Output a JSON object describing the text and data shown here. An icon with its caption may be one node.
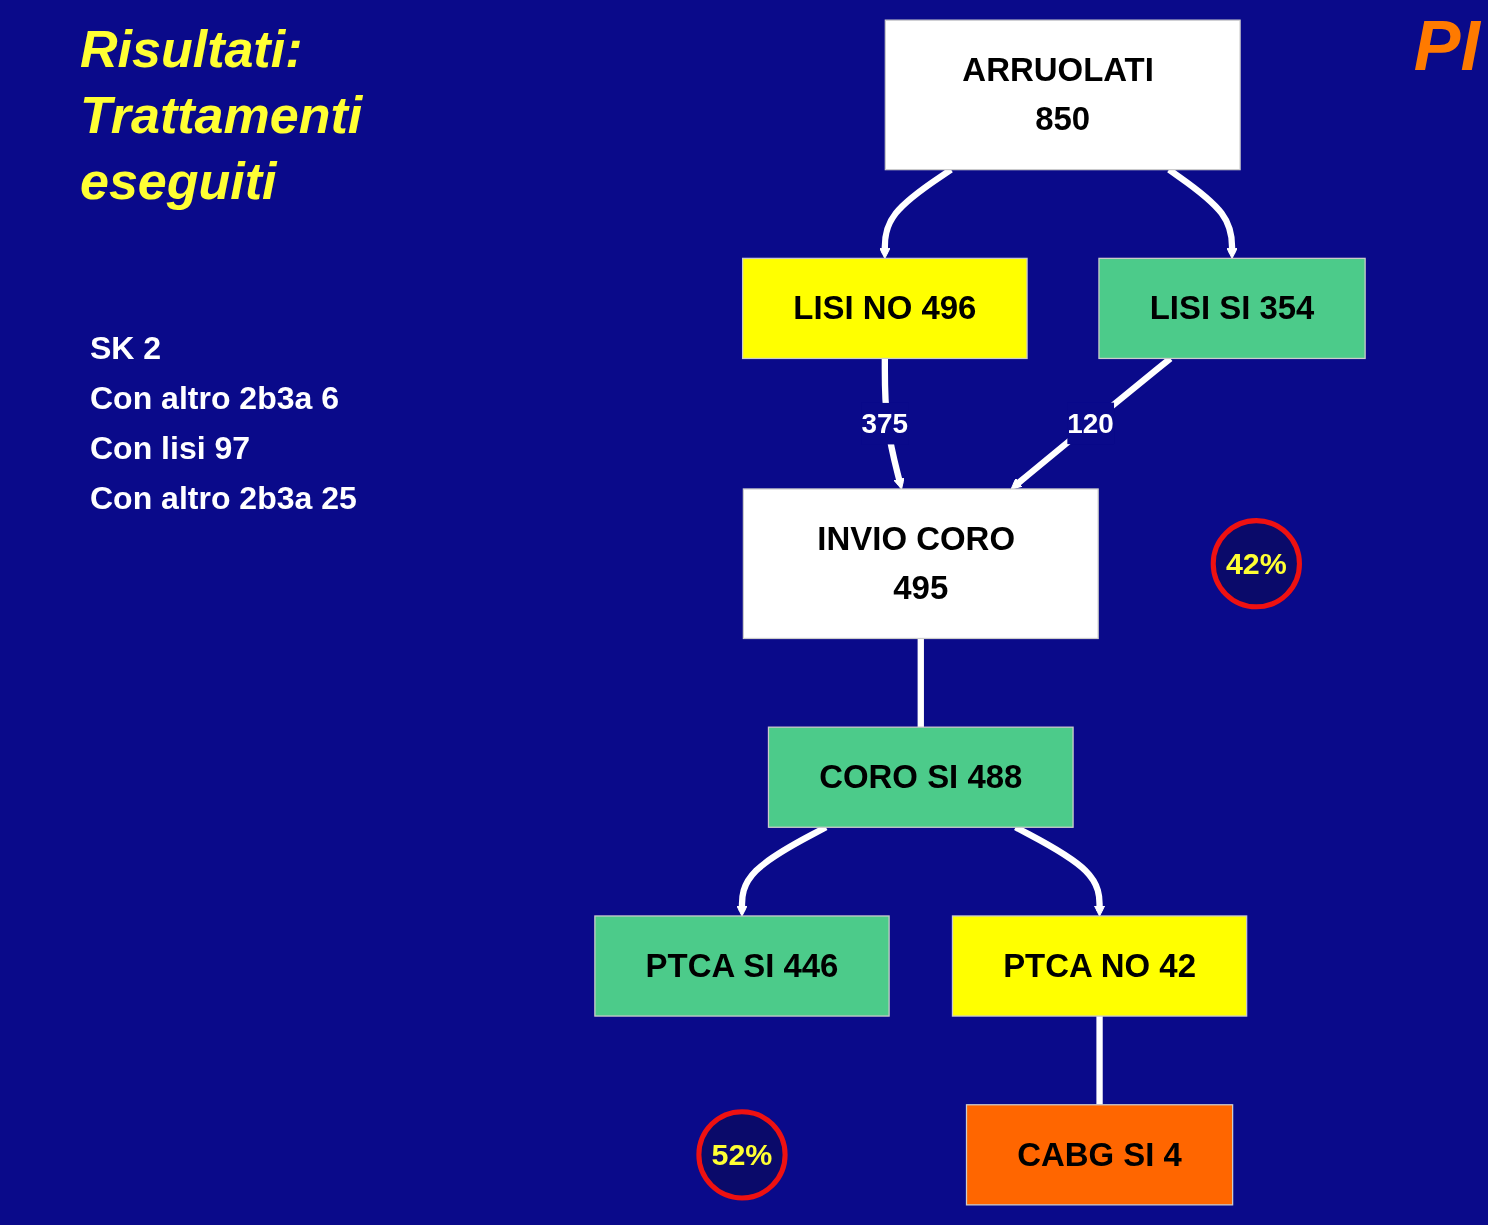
{
  "diagram": {
    "title": "Risultati: Trattamenti eseguiti",
    "nodes": [
      {
        "text": [
          "ARRUOLATI 850"
        ]
      },
      {
        "text": [
          "LISI SI 354"
        ]
      },
      {
        "text": [
          "LISI NO 496"
        ]
      },
      {
        "text": [
          "INVIO CORO 495"
        ]
      },
      {
        "text": [
          "CORO SI 488"
        ]
      },
      {
        "text": [
          "PTCA SI 446"
        ]
      },
      {
        "text": [
          "PTCA NO 42"
        ]
      },
      {
        "text": [
          "CABG SI 4"
        ]
      },
      {
        "text": [
          "42%"
        ]
      },
      {
        "text": [
          "52%"
        ]
      }
    ],
    "edges": [
      {
        "from": 0,
        "to": 1,
        "arrow": "to"
      },
      {
        "from": 0,
        "to": 2,
        "arrow": "to"
      },
      {
        "from": 1,
        "to": 3,
        "arrow": "to",
        "label": "120"
      },
      {
        "from": 2,
        "to": 3,
        "arrow": "to",
        "label": "375"
      },
      {
        "from": 3,
        "to": 4,
        "arrow": "none"
      },
      {
        "from": 4,
        "to": 5,
        "arrow": "to"
      },
      {
        "from": 4,
        "to": 6,
        "arrow": "to"
      },
      {
        "from": 6,
        "to": 7,
        "arrow": "none"
      }
    ],
    "labels": [
      "PI",
      "SK 2",
      "Con altro 2b3a 6",
      "Con lisi 97",
      "Con altro 2b3a 25"
    ]
  }
}
